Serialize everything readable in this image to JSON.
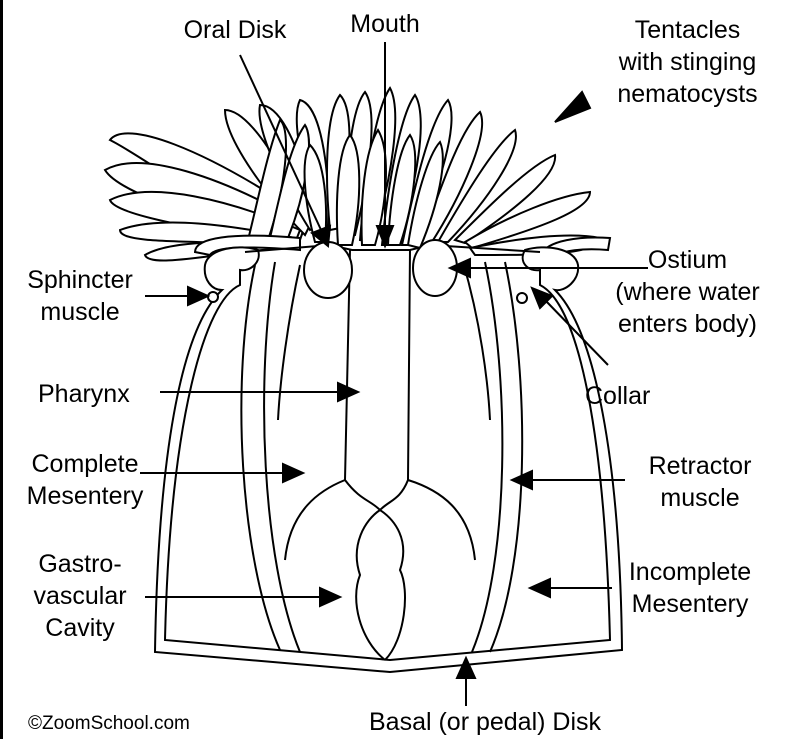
{
  "labels": {
    "oral_disk": "Oral Disk",
    "mouth": "Mouth",
    "tentacles": [
      "Tentacles",
      "with stinging",
      "nematocysts"
    ],
    "sphincter": [
      "Sphincter",
      "muscle"
    ],
    "ostium": [
      "Ostium",
      "(where water",
      "enters body)"
    ],
    "collar": "Collar",
    "pharynx": "Pharynx",
    "complete_mesentery": [
      "Complete",
      "Mesentery"
    ],
    "retractor": [
      "Retractor",
      "muscle"
    ],
    "gastrovascular": [
      "Gastro-",
      "vascular",
      "Cavity"
    ],
    "incomplete_mesentery": [
      "Incomplete",
      "Mesentery"
    ],
    "basal_disk": "Basal (or pedal) Disk",
    "credit": "©ZoomSchool.com"
  },
  "colors": {
    "ink": "#000000",
    "paper": "#ffffff"
  }
}
